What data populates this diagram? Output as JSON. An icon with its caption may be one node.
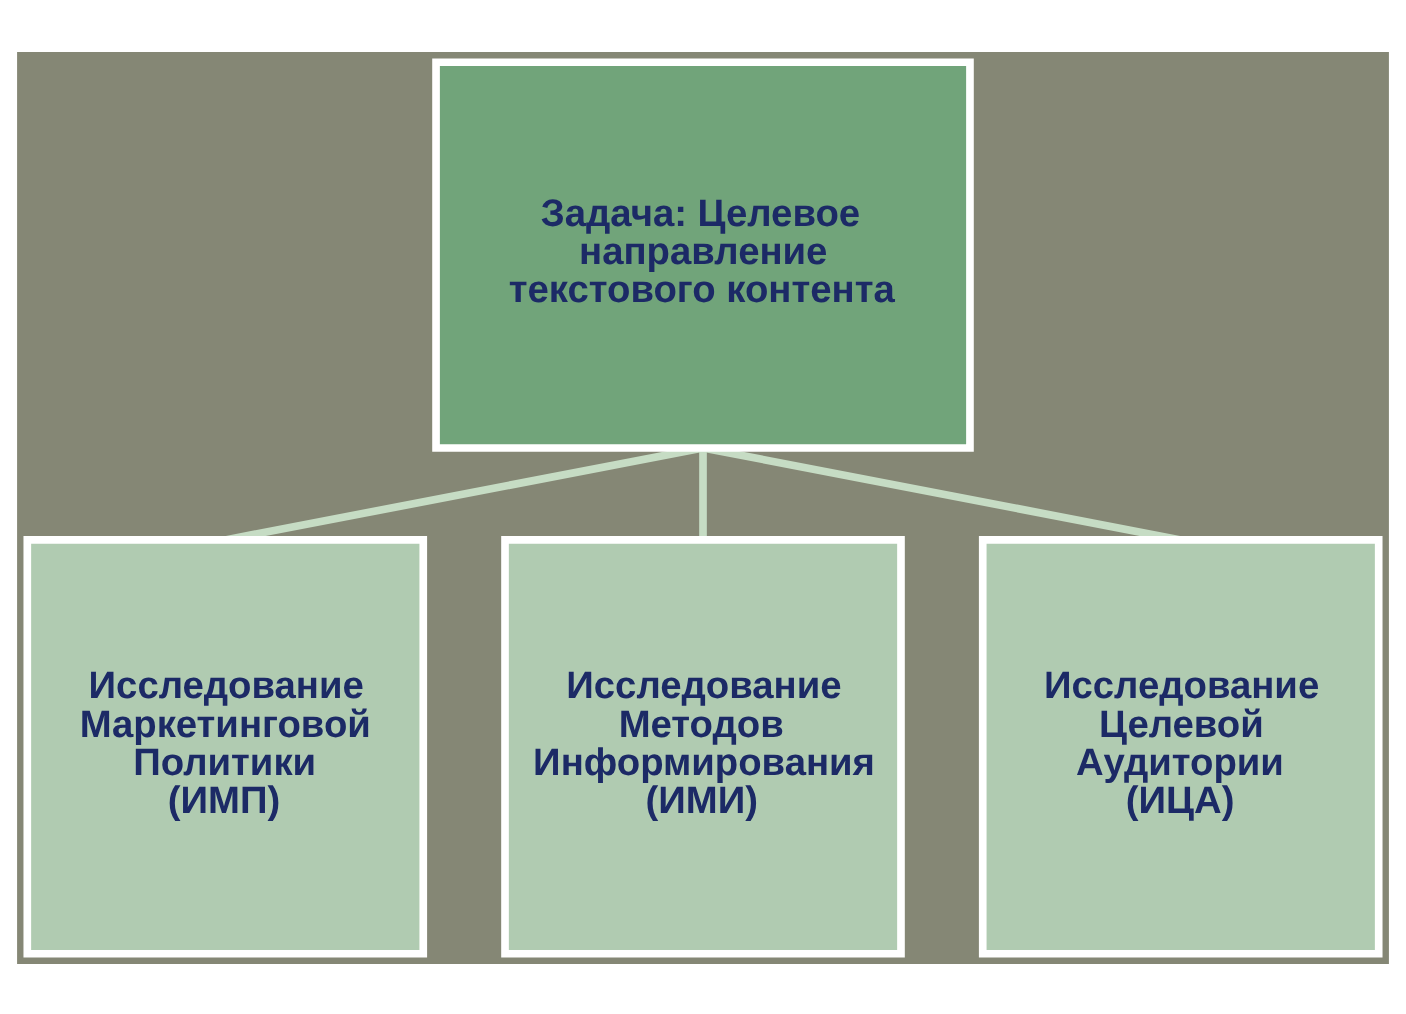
{
  "diagram": {
    "nodes": [
      {
        "text": [
          "Задача: Целевое направление текстового контента"
        ]
      },
      {
        "text": [
          "Исследование Маркетинговой Политики (ИМП)"
        ]
      },
      {
        "text": [
          "Исследование Методов Информирования (ИМИ)"
        ]
      },
      {
        "text": [
          "Исследование Целевой Аудитории (ИЦА)"
        ]
      }
    ],
    "edges": [
      {
        "from": 0,
        "to": 1,
        "arrow": "none"
      },
      {
        "from": 0,
        "to": 2,
        "arrow": "none"
      },
      {
        "from": 0,
        "to": 3,
        "arrow": "none"
      }
    ]
  }
}
